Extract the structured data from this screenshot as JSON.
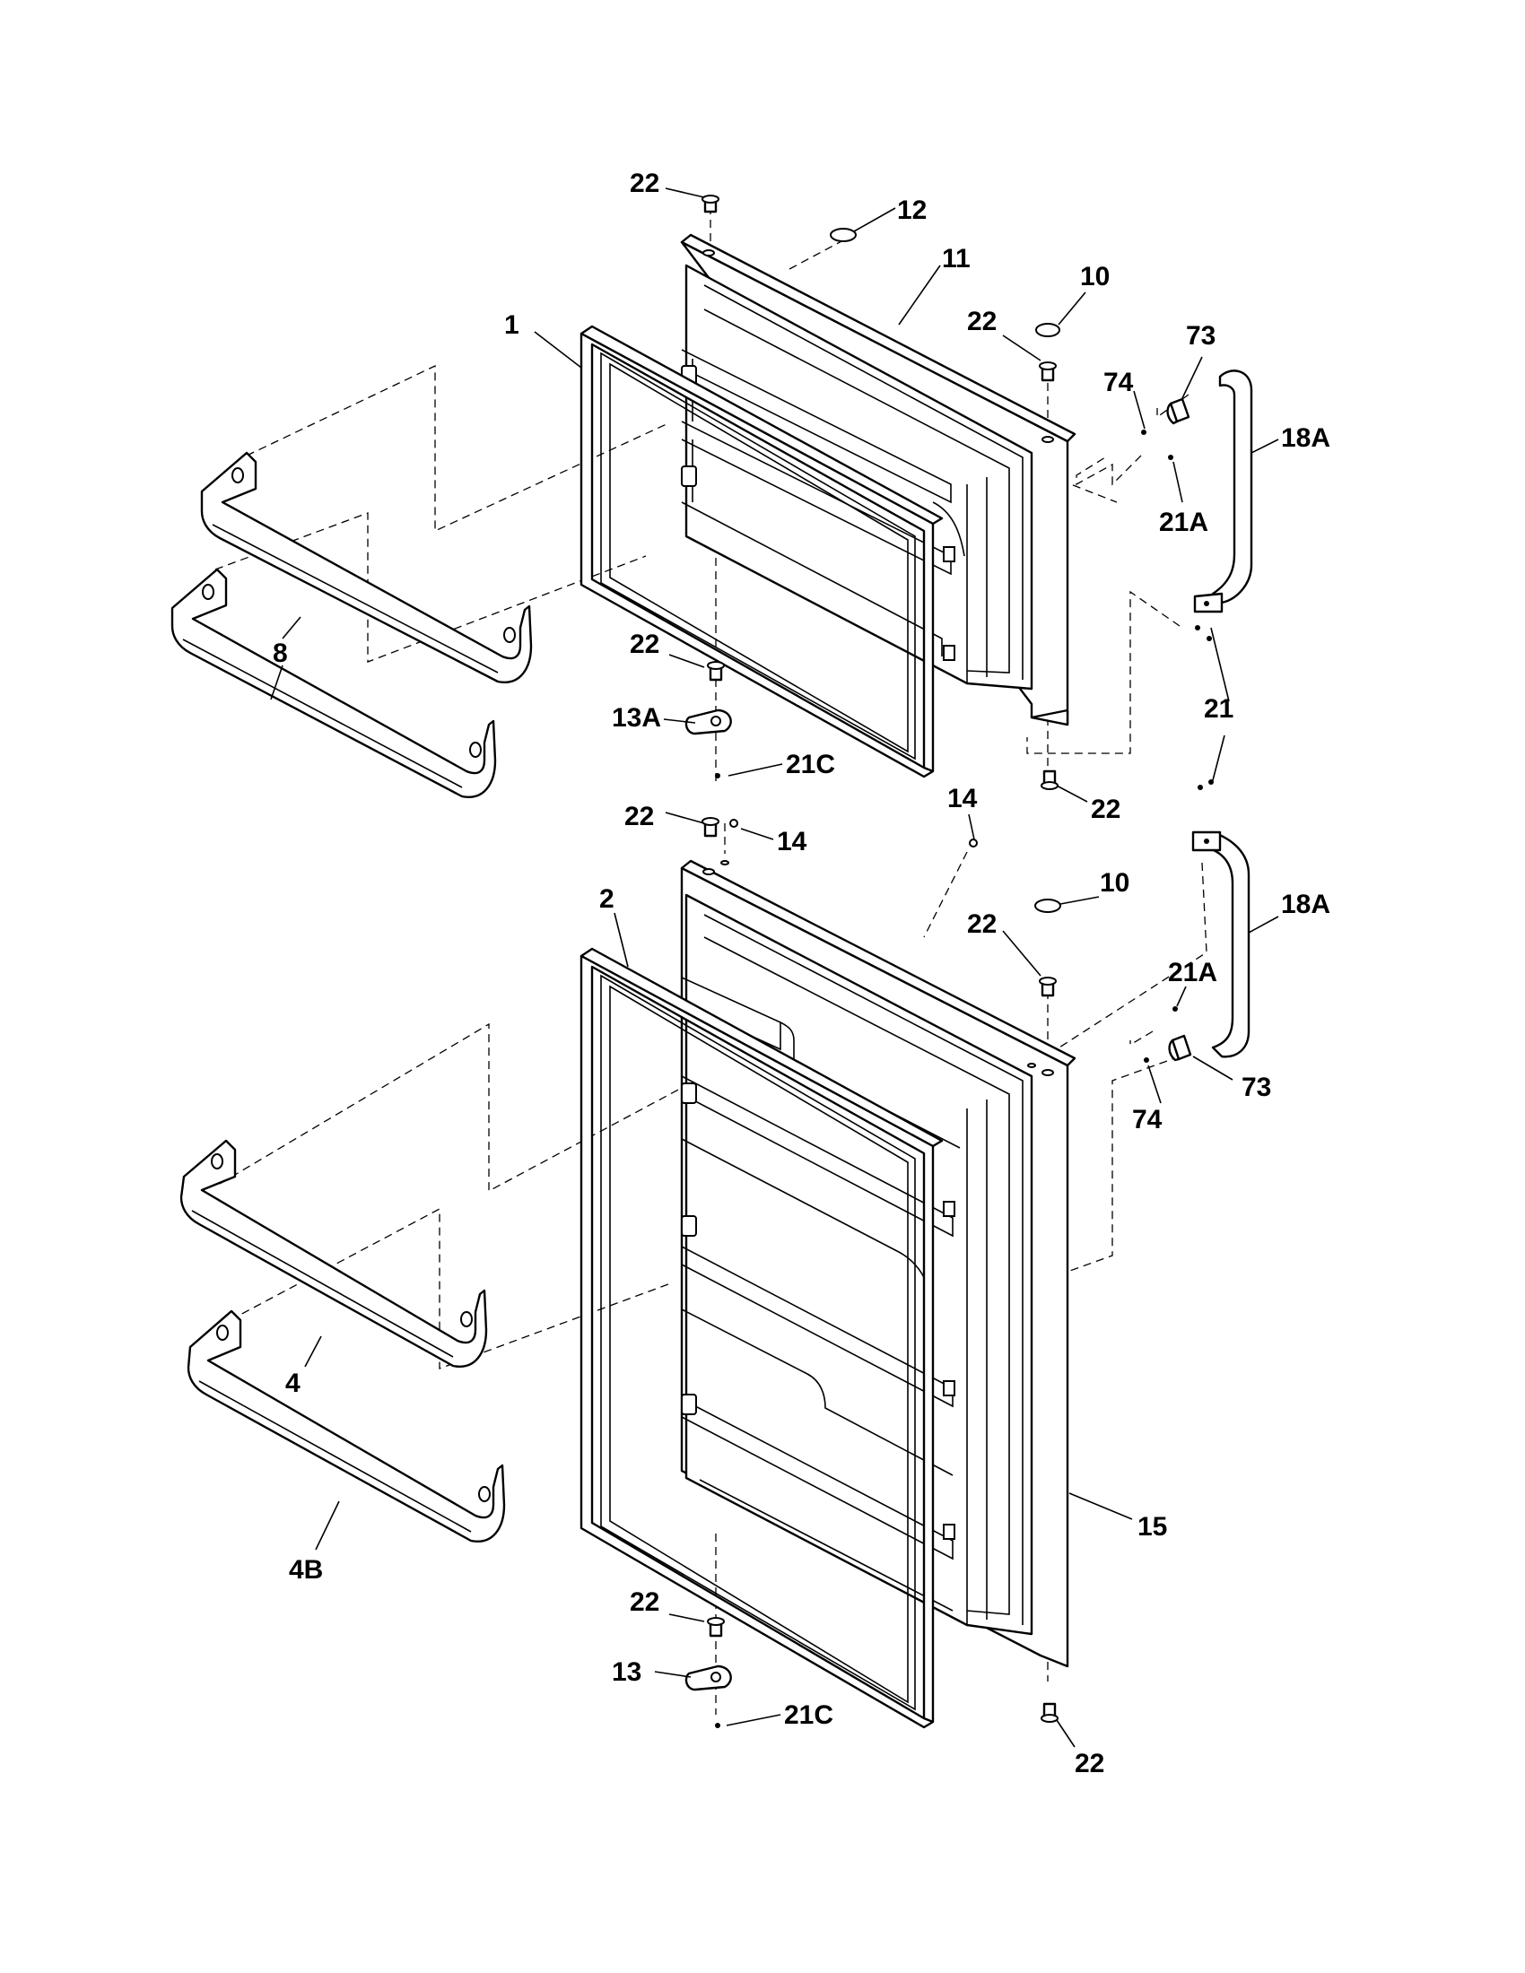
{
  "labels": {
    "22": "22",
    "12": "12",
    "11": "11",
    "10": "10",
    "1": "1",
    "73": "73",
    "74": "74",
    "18A": "18A",
    "21A": "21A",
    "8": "8",
    "13A": "13A",
    "21C": "21C",
    "21": "21",
    "14": "14",
    "2": "2",
    "4": "4",
    "4B": "4B",
    "15": "15",
    "13": "13"
  }
}
